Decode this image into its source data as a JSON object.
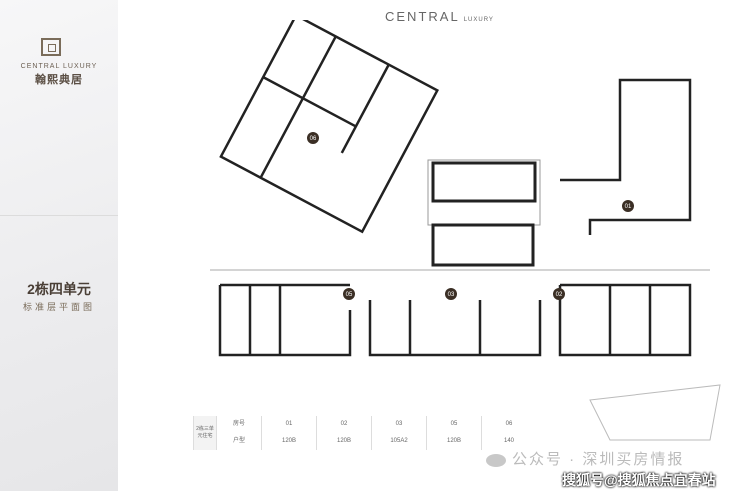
{
  "brand": {
    "en": "CENTRAL LUXURY",
    "cn": "翰熙典居"
  },
  "header": {
    "title": "CENTRAL",
    "subtitle": "LUXURY"
  },
  "unit": {
    "title": "2栋四单元",
    "subtitle": "标准层平面图"
  },
  "plan_labels": [
    "06",
    "01",
    "05",
    "03",
    "02"
  ],
  "table": {
    "building": "2栋三单元住宅",
    "row_headers": [
      "房号",
      "户型"
    ],
    "rooms": [
      "01",
      "02",
      "03",
      "05",
      "06"
    ],
    "types": [
      "120B",
      "120B",
      "105A2",
      "120B",
      "140"
    ]
  },
  "watermarks": {
    "wechat": "公众号 · 深圳买房情报",
    "sohu": "搜狐号@搜狐焦点宜春站"
  }
}
